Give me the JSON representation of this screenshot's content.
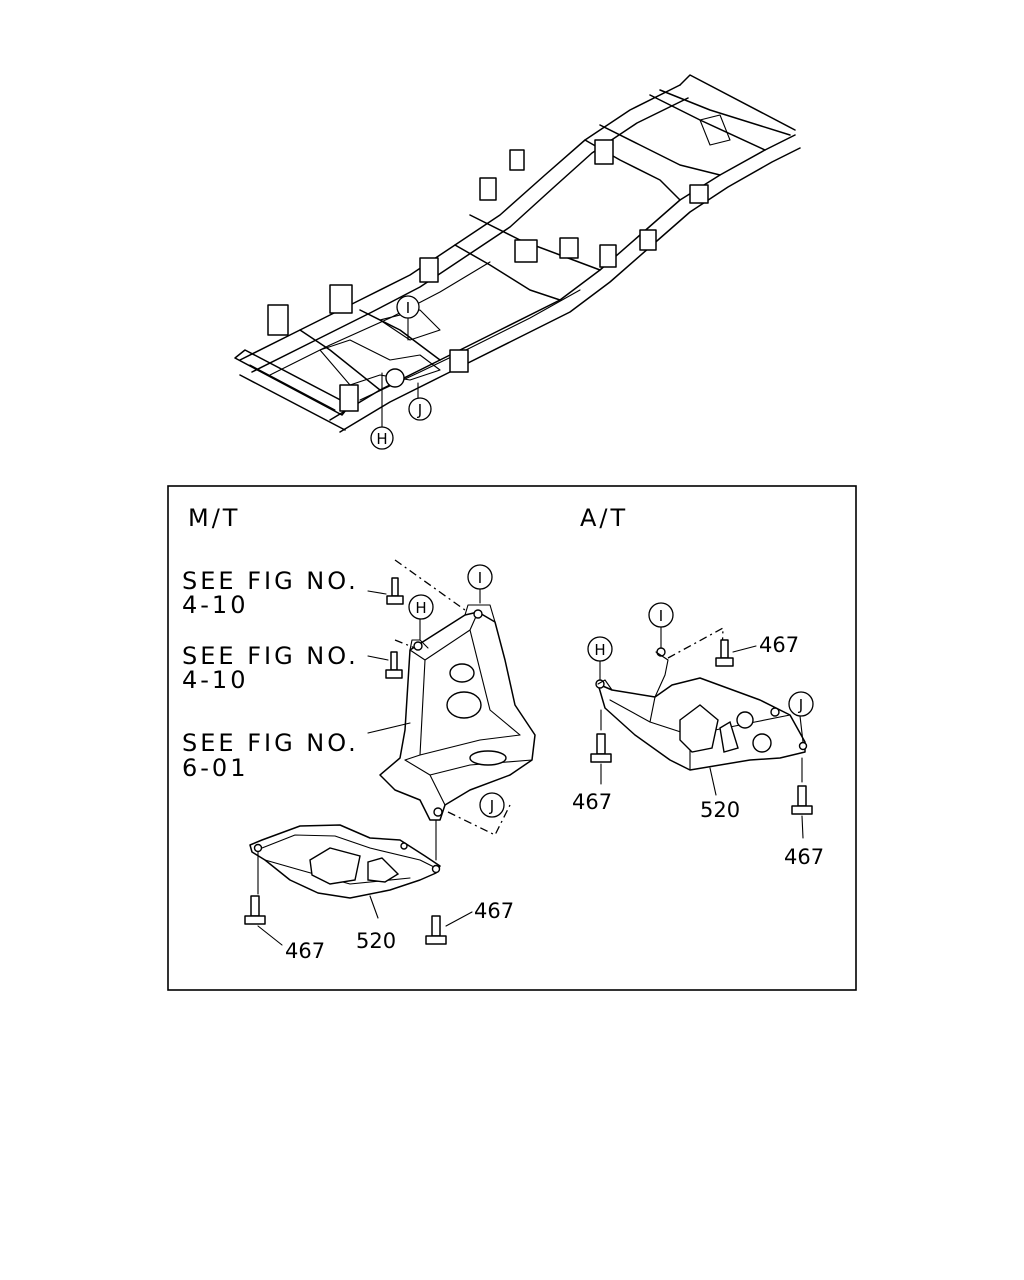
{
  "frame_callouts": {
    "h": "H",
    "i": "I",
    "j": "J"
  },
  "mt": {
    "label": "M/T",
    "see_fig_1": "SEE FIG NO.",
    "see_fig_1_num": "4-10",
    "see_fig_2": "SEE FIG NO.",
    "see_fig_2_num": "4-10",
    "see_fig_3": "SEE FIG NO.",
    "see_fig_3_num": "6-01",
    "callout_h": "H",
    "callout_i": "I",
    "callout_j": "J",
    "part_520": "520",
    "bolt_467_a": "467",
    "bolt_467_b": "467"
  },
  "at": {
    "label": "A/T",
    "callout_h": "H",
    "callout_i": "I",
    "callout_j": "J",
    "part_520": "520",
    "bolt_467_a": "467",
    "bolt_467_b": "467",
    "bolt_467_c": "467"
  }
}
